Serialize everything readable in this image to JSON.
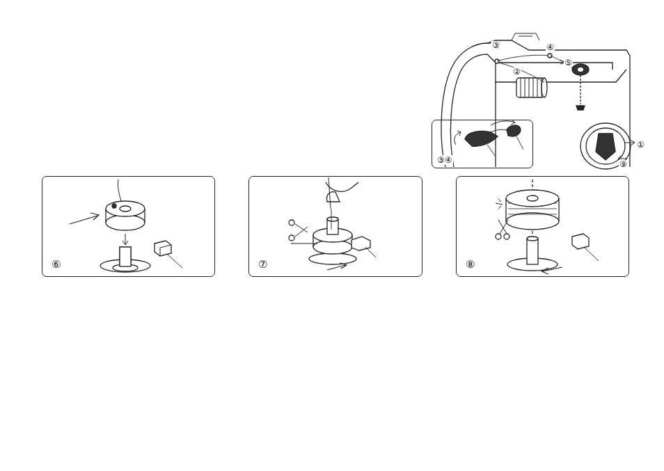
{
  "diagram": {
    "nodes": [
      {
        "text": [
          "③④"
        ]
      },
      {
        "text": [
          "⑥"
        ]
      },
      {
        "text": [
          "⑦"
        ]
      },
      {
        "text": [
          "⑧"
        ]
      }
    ],
    "labels": [
      "③",
      "④",
      "②",
      "⑤",
      "⑨",
      "①"
    ]
  }
}
